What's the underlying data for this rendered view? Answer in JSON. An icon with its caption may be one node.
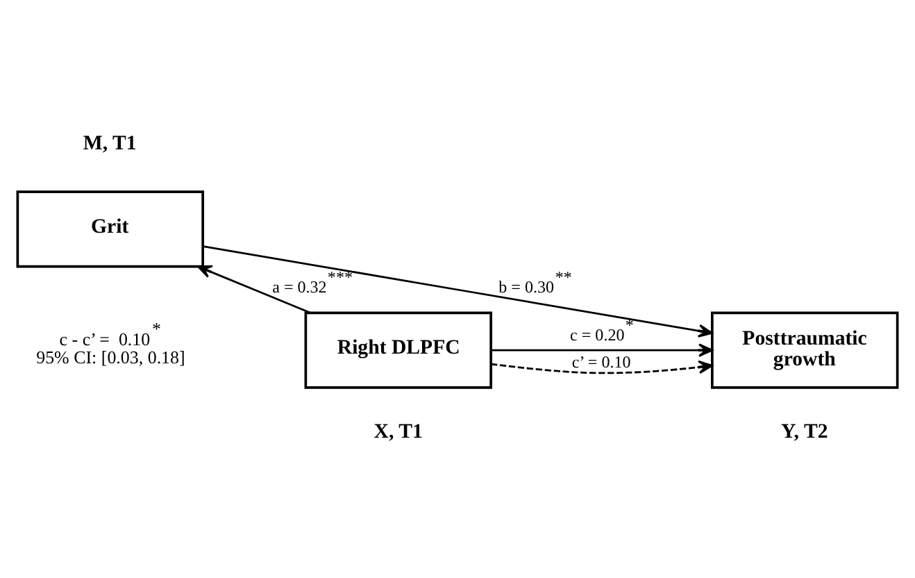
{
  "diagram": {
    "nodes": [
      {
        "text": [
          "Grit"
        ],
        "beside": [
          "M, T1"
        ]
      },
      {
        "text": [
          "Right DLPFC"
        ],
        "beside": [
          "X, T1"
        ]
      },
      {
        "text": [
          "Posttraumatic growth"
        ],
        "beside": [
          "Y, T2"
        ]
      }
    ],
    "edges": [
      {
        "from": 1,
        "to": 0,
        "arrow": "to",
        "label": "a = 0.32$^{***}$"
      },
      {
        "from": 0,
        "to": 2,
        "arrow": "to",
        "label": "b = 0.30$^{**}$"
      },
      {
        "from": 1,
        "to": 2,
        "arrow": "to",
        "label": "c = 0.20$^{*}$"
      },
      {
        "from": 1,
        "to": 2,
        "arrow": "to",
        "label": "c’ = 0.10",
        "style": "dashed"
      }
    ],
    "labels": [
      "c - c’ =  0.10$^{*}$ 95% CI: [0.03, 0.18]"
    ]
  }
}
